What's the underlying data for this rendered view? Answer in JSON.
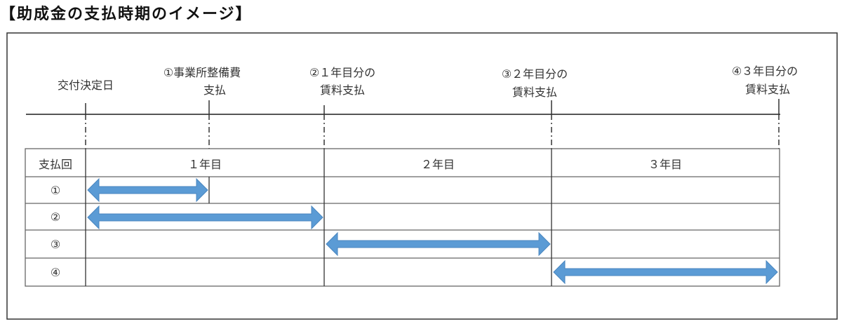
{
  "title": "【助成金の支払時期のイメージ】",
  "timeline": {
    "markers": [
      {
        "lines": [
          "交付決定日"
        ]
      },
      {
        "lines": [
          "①事業所整備費",
          "支払"
        ]
      },
      {
        "lines": [
          "②１年目分の",
          "賃料支払"
        ]
      },
      {
        "lines": [
          "③２年目分の",
          "賃料支払"
        ]
      },
      {
        "lines": [
          "④３年目分の",
          "賃料支払"
        ]
      }
    ]
  },
  "table": {
    "header": "支払回",
    "years": [
      "１年目",
      "２年目",
      "３年目"
    ],
    "rows": [
      {
        "label": "①",
        "from": "交付決定日",
        "to": "①事業所整備費支払"
      },
      {
        "label": "②",
        "from": "交付決定日",
        "to": "②１年目分の賃料支払"
      },
      {
        "label": "③",
        "from": "②１年目分の賃料支払",
        "to": "③２年目分の賃料支払"
      },
      {
        "label": "④",
        "from": "③２年目分の賃料支払",
        "to": "④３年目分の賃料支払"
      }
    ]
  },
  "colors": {
    "arrow": "#5b9bd5",
    "line": "#444444"
  }
}
